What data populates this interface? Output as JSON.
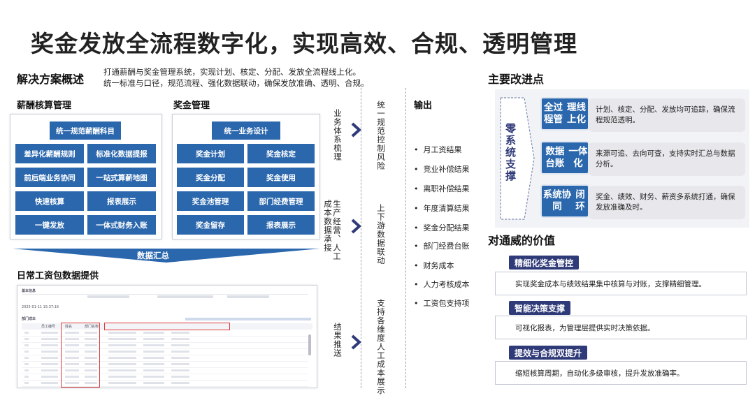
{
  "title": "奖金发放全流程数字化，实现高效、合规、透明管理",
  "overview": {
    "heading": "解决方案概述",
    "line1": "打通薪酬与奖金管理系统，实现计划、核定、分配、发放全流程线上化。",
    "line2": "统一标准与口径，规范流程、强化数据联动，确保发放准确、透明、合规。"
  },
  "salary": {
    "heading": "薪酬核算管理",
    "top": "统一规范薪酬科目",
    "items": [
      "差异化薪酬规则",
      "标准化数据提报",
      "前后端业务协同",
      "一站式算薪地图",
      "快速核算",
      "报表展示",
      "一键发放",
      "一体式财务入账"
    ]
  },
  "bonus": {
    "heading": "奖金管理",
    "top": "统一业务设计",
    "items": [
      "奖金计划",
      "奖金核定",
      "奖金分配",
      "奖金使用",
      "奖金池管理",
      "部门经费管理",
      "奖金留存",
      "报表展示"
    ]
  },
  "summary_label": "数据汇总",
  "payroll": {
    "heading": "日常工资包数据提供",
    "mini_labels": [
      "基本信息",
      "部门成本",
      "员工编号",
      "姓名",
      "部门名称",
      "2025-01-11 15:37:16"
    ]
  },
  "flow": {
    "v1": "业务体系梳理",
    "v2": "生产经营、人工成本数据承接",
    "v3": "结果推送",
    "c1": "统一规范控制风险",
    "c2": "上下游数据联动",
    "c3": "支持各维度人工成本展示"
  },
  "output": {
    "heading": "输出",
    "items": [
      "月工资结果",
      "竞业补偿结果",
      "离职补偿结果",
      "年度清算结果",
      "奖金分配结果",
      "部门经费台账",
      "财务成本",
      "人力考核成本",
      "工资包支持项"
    ]
  },
  "improvements": {
    "heading": "主要改进点",
    "side": "零系统支撑",
    "items": [
      {
        "label_1": "全过程管",
        "label_2": "理线上化",
        "desc": "计划、核定、分配、发放均可追踪，确保流程规范透明。"
      },
      {
        "label_1": "数据台账",
        "label_2": "一体化",
        "desc": "来源可追、去向可查，支持实时汇总与数据分析。"
      },
      {
        "label_1": "系统协同",
        "label_2": "闭环",
        "desc": "奖金、绩效、财务、薪资多系统打通，确保发放准确及时。"
      }
    ]
  },
  "value": {
    "heading": "对通威的价值",
    "items": [
      {
        "tag": "精细化奖金管控",
        "desc": "实现奖金成本与绩效结果集中核算与对账，支撑精细管理。"
      },
      {
        "tag": "智能决策支撑",
        "desc": "可视化报表，为管理层提供实时决策依据。"
      },
      {
        "tag": "提效与合规双提升",
        "desc": "缩短核算周期，自动化多级审核，提升发放准确率。"
      }
    ]
  },
  "colors": {
    "primary": "#2b67ad",
    "navy": "#2f3a78",
    "highlight": "#e03b3b"
  }
}
